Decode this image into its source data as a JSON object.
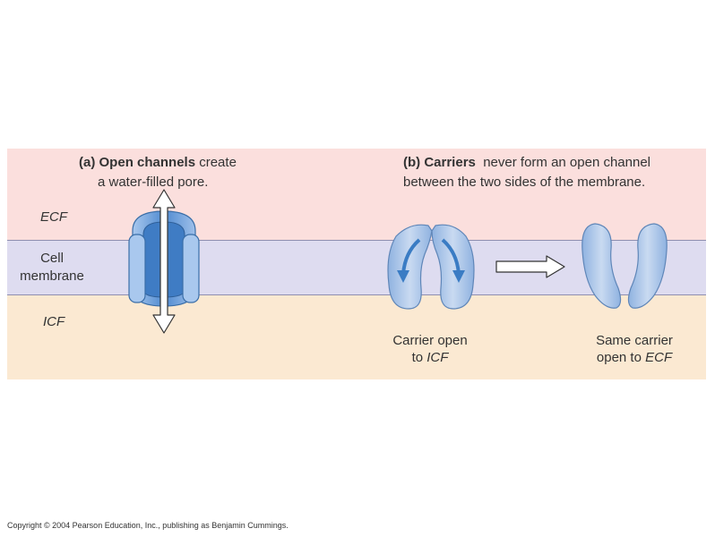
{
  "colors": {
    "ecf_band": "#fbdfdd",
    "membrane_band": "#dedcf0",
    "icf_band": "#fbe9d2",
    "channel_blue": "#5c94d4",
    "carrier_blue": "#a9c3e5",
    "arrow_blue": "#3a7cc4"
  },
  "labels": {
    "ecf": "ECF",
    "cell": "Cell",
    "membrane": "membrane",
    "icf": "ICF"
  },
  "panel_a": {
    "tag": "(a)",
    "bold": "Open channels",
    "rest": "create",
    "line2": "a water-filled pore."
  },
  "panel_b": {
    "tag": "(b)",
    "bold": "Carriers",
    "rest": "never form an open channel",
    "line2": "between the two sides of the membrane."
  },
  "caption_left": {
    "line1": "Carrier open",
    "line2_prefix": "to",
    "line2_ital": "ICF"
  },
  "caption_right": {
    "line1": "Same carrier",
    "line2_prefix": "open to",
    "line2_ital": "ECF"
  },
  "icons": {
    "channel": "open-channel-icon",
    "pore_arrow": "double-headed-arrow-icon",
    "carrier_icf": "carrier-open-icf-icon",
    "transition": "right-arrow-icon",
    "carrier_ecf": "carrier-open-ecf-icon"
  },
  "copyright": "Copyright © 2004 Pearson Education, Inc., publishing as Benjamin Cummings."
}
